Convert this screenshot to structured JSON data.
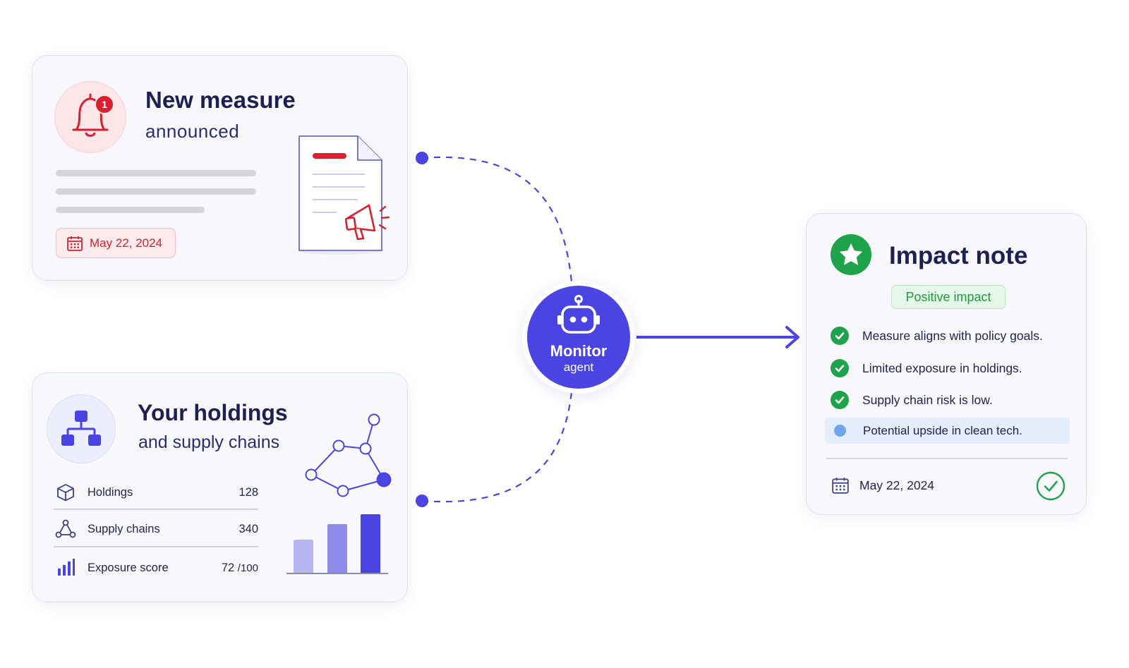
{
  "measure_card": {
    "title": "New measure",
    "subtitle": "announced",
    "notification_count": "1",
    "date": "May 22, 2024",
    "icons": [
      "bell-icon",
      "calendar-icon",
      "document-icon",
      "megaphone-icon"
    ],
    "accent": "#d8202e"
  },
  "holdings_card": {
    "title": "Your holdings",
    "subtitle": "and supply chains",
    "stats": [
      {
        "label": "Holdings",
        "value": "128",
        "icon": "cube-icon"
      },
      {
        "label": "Supply chains",
        "value": "340",
        "icon": "nodes-icon"
      },
      {
        "label": "Exposure score",
        "value": "72",
        "suffix": "/100",
        "icon": "bar-chart-icon"
      }
    ],
    "icons": [
      "hierarchy-icon",
      "network-graph-icon",
      "bar-chart-illustration-icon"
    ],
    "accent": "#4a45e2"
  },
  "agent": {
    "title": "Monitor",
    "subtitle": "agent",
    "icon": "robot-icon",
    "color": "#4a45e2"
  },
  "impact_card": {
    "title": "Impact note",
    "badge": "Positive impact",
    "items": [
      "Measure aligns with policy goals.",
      "Limited exposure in holdings.",
      "Supply chain risk is low."
    ],
    "highlight": "Potential upside in clean tech.",
    "date": "May 22, 2024",
    "icons": [
      "star-icon",
      "check-icon",
      "calendar-icon",
      "check-circle-icon"
    ],
    "accent": "#1ea34a"
  }
}
